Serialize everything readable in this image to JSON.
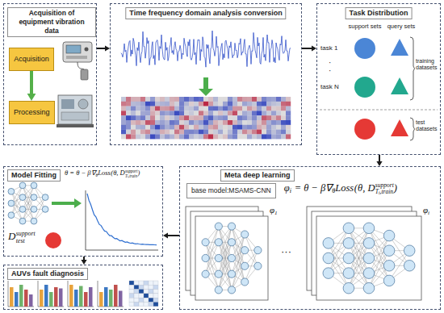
{
  "diagram": {
    "nodes": [
      {
        "text": [
          "Acquisition of equipment vibration data"
        ]
      },
      {
        "text": [
          "Acquisition"
        ],
        "in": 0
      },
      {
        "text": [
          "Processing"
        ],
        "in": 0
      },
      {
        "text": [
          "Time frequency domain analysis conversion"
        ]
      },
      {
        "text": [
          "Task Distribution"
        ]
      },
      {
        "text": [
          "Model Fitting"
        ]
      },
      {
        "text": [
          "Meta deep learning"
        ]
      },
      {
        "text": [
          "base model:MSAMS-CNN"
        ],
        "in": 6
      },
      {
        "text": [
          "AUVs fault diagnosis"
        ]
      }
    ],
    "edges": [
      {
        "from": 0,
        "to": 3,
        "arrow": "to"
      },
      {
        "from": 3,
        "to": 4,
        "arrow": "to"
      },
      {
        "from": 4,
        "to": 6,
        "arrow": "to"
      },
      {
        "from": 6,
        "to": 5,
        "arrow": "to"
      },
      {
        "from": 5,
        "to": 8,
        "arrow": "to"
      },
      {
        "from": 1,
        "to": 2,
        "arrow": "to"
      }
    ],
    "labels": [
      "support sets",
      "query sets",
      "task 1",
      "·",
      "·",
      "task N",
      "training datasets",
      "test datasets",
      "φ",
      "i",
      "= θ − β∇",
      "θ",
      "Loss",
      "(θ, D",
      "support",
      "T",
      "i",
      ",train",
      ")",
      "φ",
      "1",
      "···",
      "φ",
      "i",
      "θ = θ − β∇",
      "θ",
      "Loss",
      "(θ, D",
      "support",
      "T",
      "i",
      ",train",
      ")",
      "D",
      "support",
      "test"
    ]
  }
}
